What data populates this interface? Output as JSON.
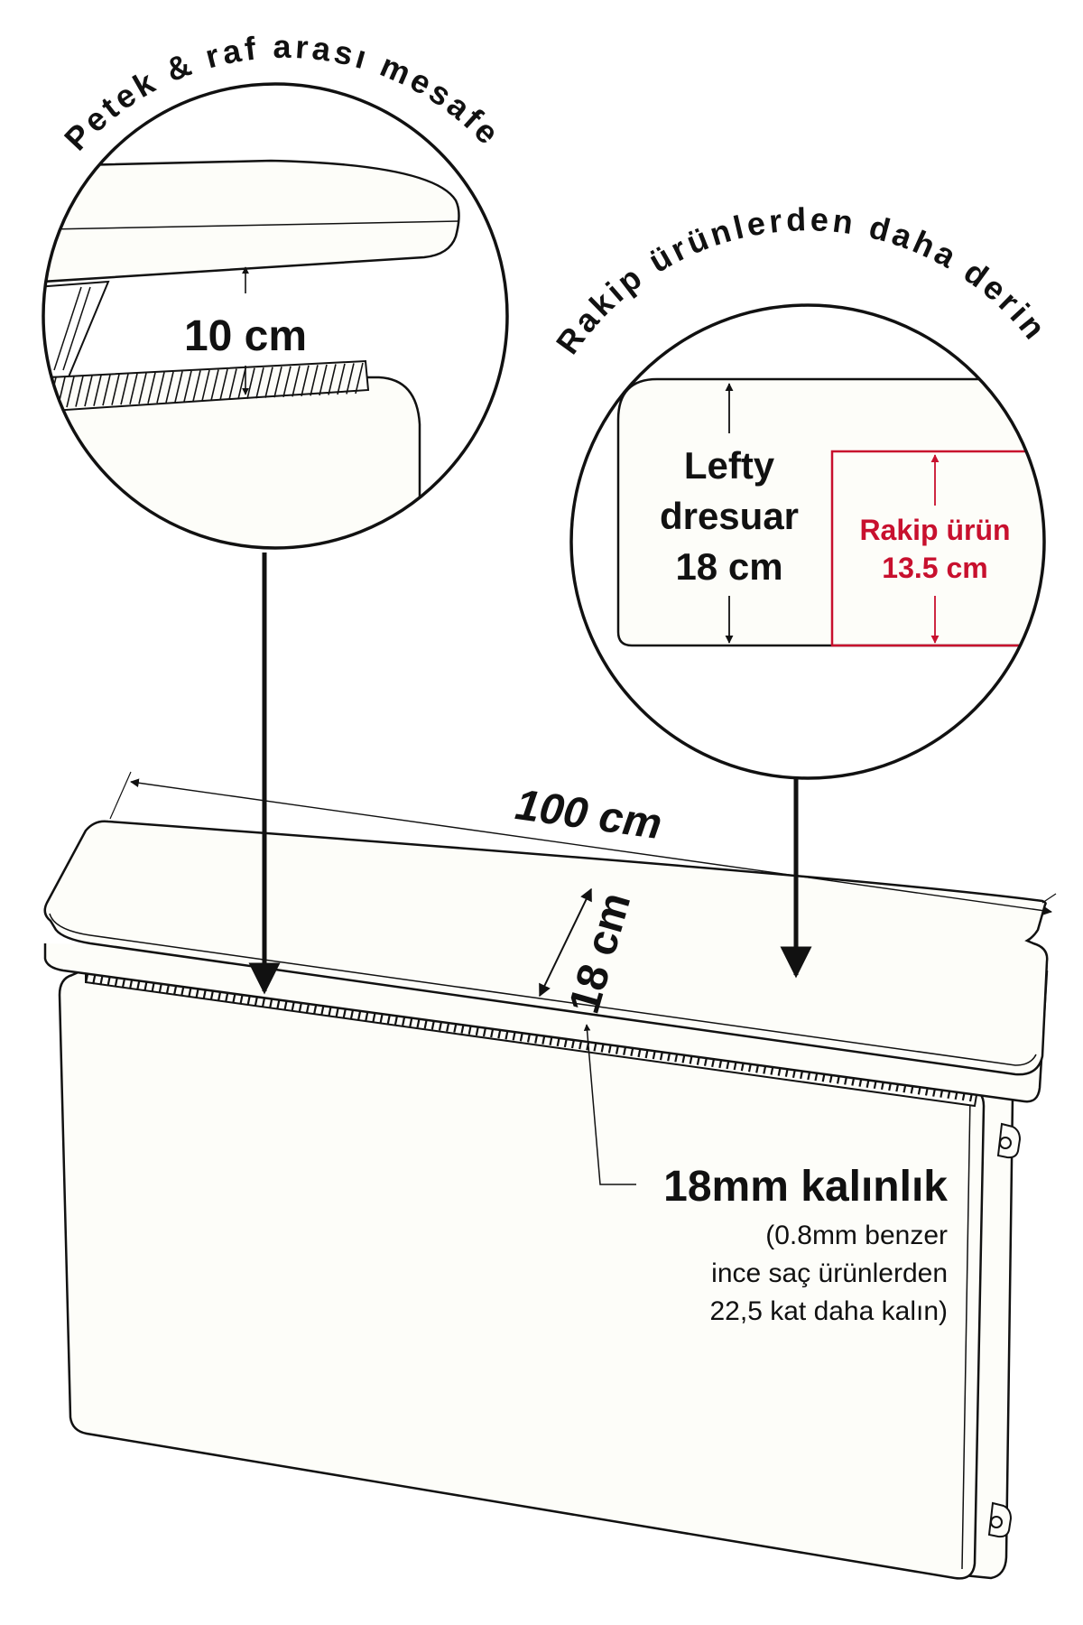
{
  "top_left_callout": {
    "arc_title": "Petek & raf arası mesafe",
    "distance_label": "10 cm"
  },
  "top_right_callout": {
    "arc_title": "Rakip ürünlerden daha derin",
    "lefty_label_line1": "Lefty",
    "lefty_label_line2": "dresuar",
    "lefty_label_line3": "18 cm",
    "rival_label_line1": "Rakip ürün",
    "rival_label_line2": "13.5 cm"
  },
  "main_product": {
    "width_label": "100 cm",
    "depth_label": "18 cm",
    "thickness_title": "18mm kalınlık",
    "thickness_note_line1": "(0.8mm benzer",
    "thickness_note_line2": "ince saç ürünlerden",
    "thickness_note_line3": "22,5 kat daha kalın)"
  },
  "colors": {
    "outline": "#111111",
    "fill": "#fdfdf9",
    "accent_red": "#c8102e"
  }
}
